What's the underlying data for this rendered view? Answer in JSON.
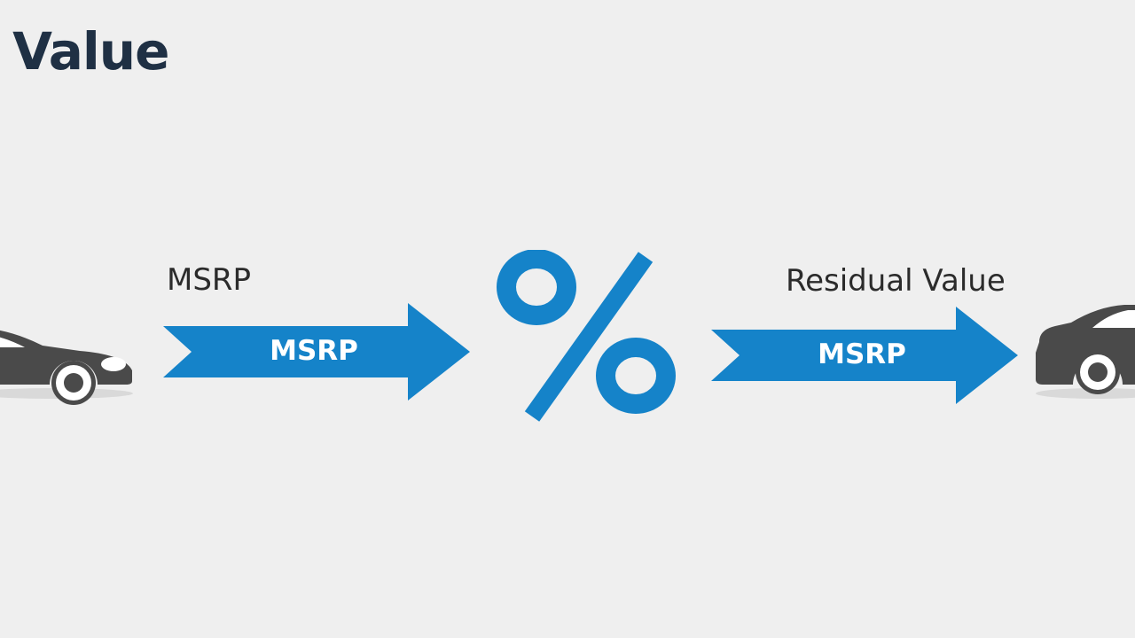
{
  "diagram": {
    "title": "l Value",
    "left_label": "MSRP",
    "right_label": "Residual Value",
    "arrow_left_text": "MSRP",
    "arrow_right_text": "MSRP",
    "center_symbol": "percent-icon",
    "left_image": "car-icon",
    "right_image": "car-icon"
  },
  "colors": {
    "background": "#efefef",
    "title": "#1f3044",
    "arrow": "#1583c9",
    "car": "#4a4a4a"
  }
}
